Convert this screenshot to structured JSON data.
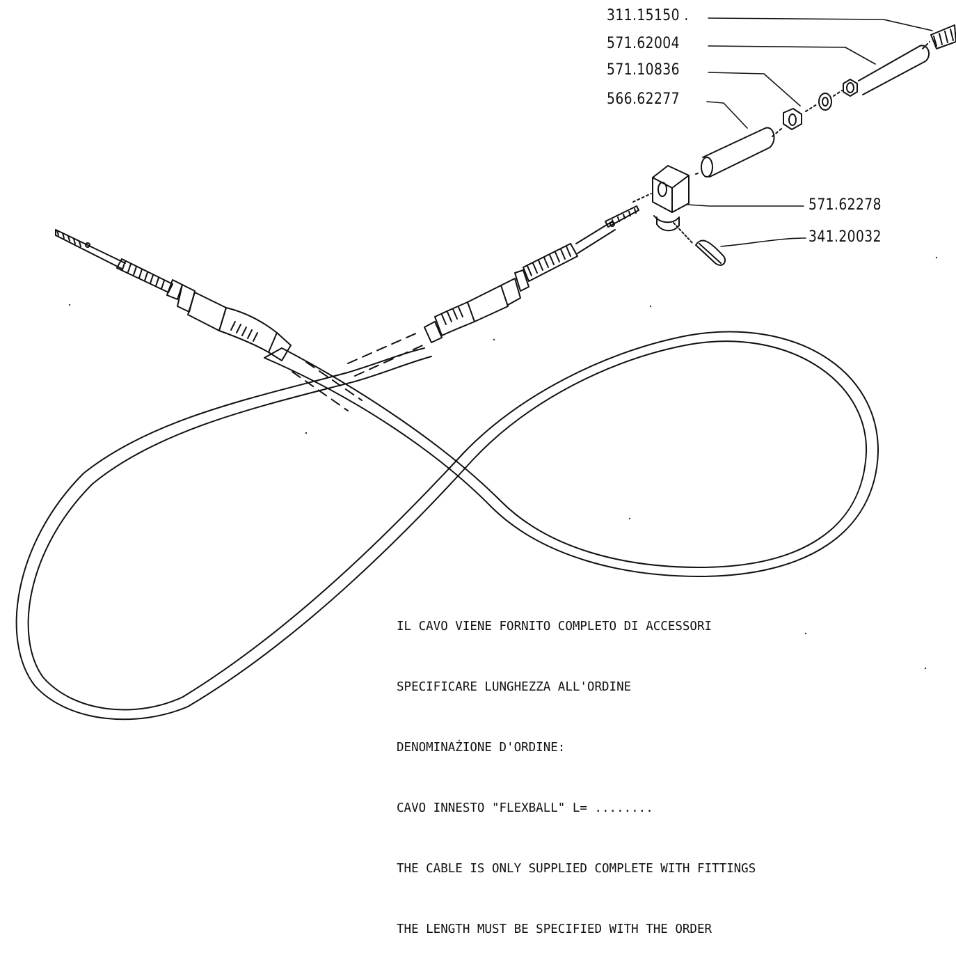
{
  "labels": {
    "p1": "311.15150 .",
    "p2": "571.62004",
    "p3": "571.10836",
    "p4": "566.62277",
    "p5": "571.62278",
    "p6": "341.20032"
  },
  "notes": [
    "IL CAVO VIENE FORNITO COMPLETO DI ACCESSORI",
    "SPECIFICARE LUNGHEZZA ALL'ORDINE",
    "DENOMINAŻIONE D'ORDINE:",
    "CAVO INNESTO \"FLEXBALL\" L= ........",
    "THE CABLE IS ONLY SUPPLIED COMPLETE WITH FITTINGS",
    "THE LENGTH MUST BE SPECIFIED WITH THE ORDER"
  ]
}
